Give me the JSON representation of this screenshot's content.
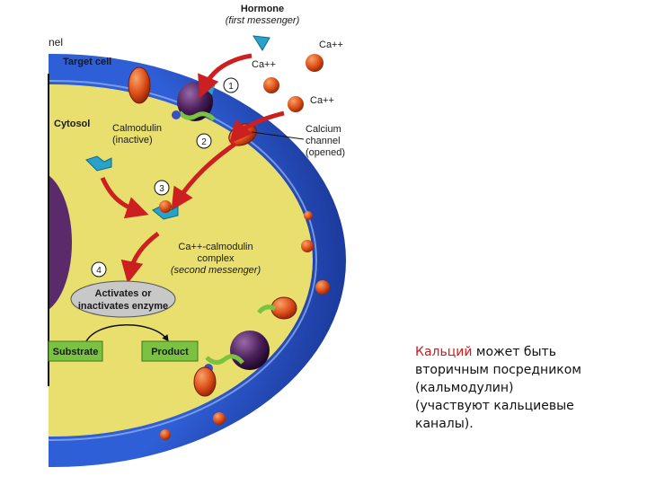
{
  "diagram": {
    "hormone": {
      "title": "Hormone",
      "subtitle": "(first messenger)"
    },
    "partial_edge_text": "nel",
    "target_cell": "Target cell",
    "cytosol": "Cytosol",
    "ca_labels": [
      "Ca++",
      "Ca++",
      "Ca++"
    ],
    "calmodulin": {
      "line1": "Calmodulin",
      "line2": "(inactive)"
    },
    "calcium_channel": {
      "line1": "Calcium",
      "line2": "channel",
      "line3": "(opened)"
    },
    "complex": {
      "line1": "Ca++-calmodulin",
      "line2": "complex",
      "line3": "(second messenger)"
    },
    "enzyme": {
      "line1": "Activates or",
      "line2": "inactivates enzyme"
    },
    "substrate": "Substrate",
    "product": "Product",
    "steps": [
      "1",
      "2",
      "3",
      "4"
    ],
    "colors": {
      "membrane": "#2b54c9",
      "cytoplasm": "#e8df6e",
      "calcium": "#e0521b",
      "arrow": "#cc1f1f",
      "box_green": "#7bc142",
      "receptor": "#4b1f5a"
    }
  },
  "caption": {
    "highlight": "Кальций",
    "rest1": " может быть",
    "line2": "вторичным посредником",
    "line3": "(кальмодулин)",
    "line4": "(участвуют кальциевые",
    "line5": "каналы)."
  }
}
